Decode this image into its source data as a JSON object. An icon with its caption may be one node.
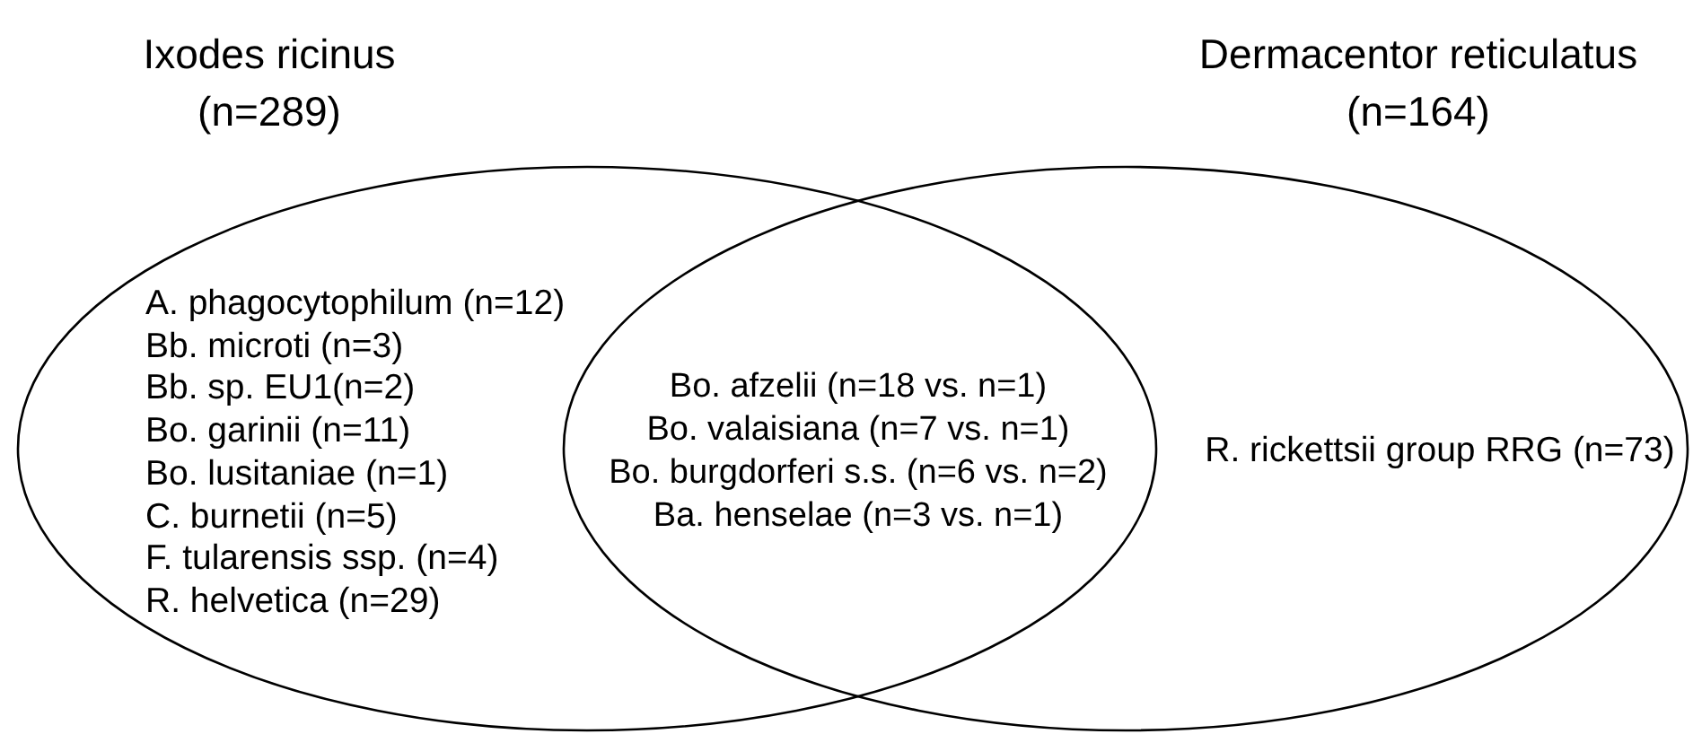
{
  "diagram": {
    "nodes": [
      {
        "text": [
          "Ixodes ricinus (n=289)",
          "A. phagocytophilum (n=12)",
          "Bb. microti (n=3)",
          "Bb. sp. EU1(n=2)",
          "Bo. garinii (n=11)",
          "Bo. lusitaniae (n=1)",
          "C. burnetii (n=5)",
          "F. tularensis ssp. (n=4)",
          "R. helvetica (n=29)"
        ]
      },
      {
        "text": [
          "Dermacentor reticulatus (n=164)",
          "R. rickettsii group RRG (n=73)"
        ]
      }
    ],
    "labels": [
      "Bo. afzelii (n=18 vs. n=1)",
      "Bo. valaisiana (n=7 vs. n=1)",
      "Bo. burgdorferi s.s. (n=6 vs. n=2)",
      "Ba. henselae (n=3 vs. n=1)"
    ]
  }
}
